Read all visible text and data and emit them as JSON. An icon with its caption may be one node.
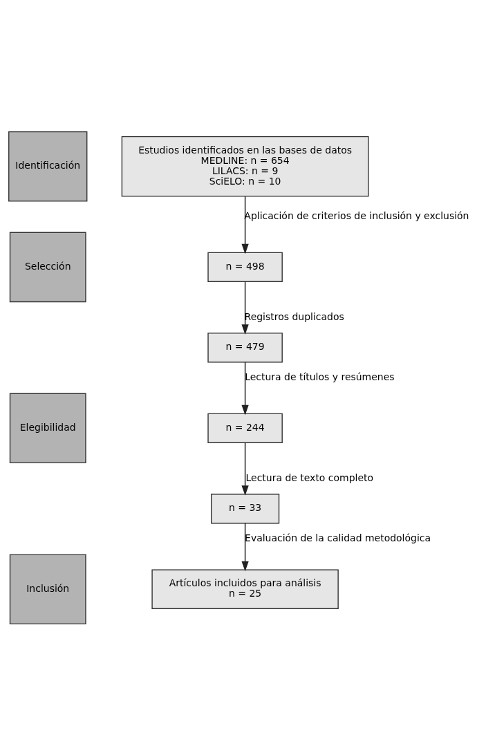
{
  "diagram": {
    "nodes": [
      {
        "text": [
          "Identificación"
        ]
      },
      {
        "text": [
          "Estudios identificados en las bases de datos",
          "MEDLINE: n = 654",
          "LILACS: n = 9",
          "SciELO: n = 10"
        ]
      },
      {
        "text": [
          "Selección"
        ]
      },
      {
        "text": [
          "n = 498"
        ]
      },
      {
        "text": [
          "n = 479"
        ]
      },
      {
        "text": [
          "Elegibilidad"
        ]
      },
      {
        "text": [
          "n = 244"
        ]
      },
      {
        "text": [
          "n = 33"
        ]
      },
      {
        "text": [
          "Inclusión"
        ]
      },
      {
        "text": [
          "Artículos incluidos para análisis",
          "n = 25"
        ]
      }
    ],
    "edges": [
      {
        "from": 1,
        "to": 3,
        "arrow": "to",
        "label": "Aplicación de criterios de inclusión y exclusión"
      },
      {
        "from": 3,
        "to": 4,
        "arrow": "to",
        "label": "Registros duplicados"
      },
      {
        "from": 4,
        "to": 6,
        "arrow": "to",
        "label": "Lectura de títulos y resúmenes"
      },
      {
        "from": 6,
        "to": 7,
        "arrow": "to",
        "label": "Lectura de texto completo"
      },
      {
        "from": 7,
        "to": 9,
        "arrow": "to",
        "label": "Evaluación de la calidad metodológica"
      }
    ]
  }
}
